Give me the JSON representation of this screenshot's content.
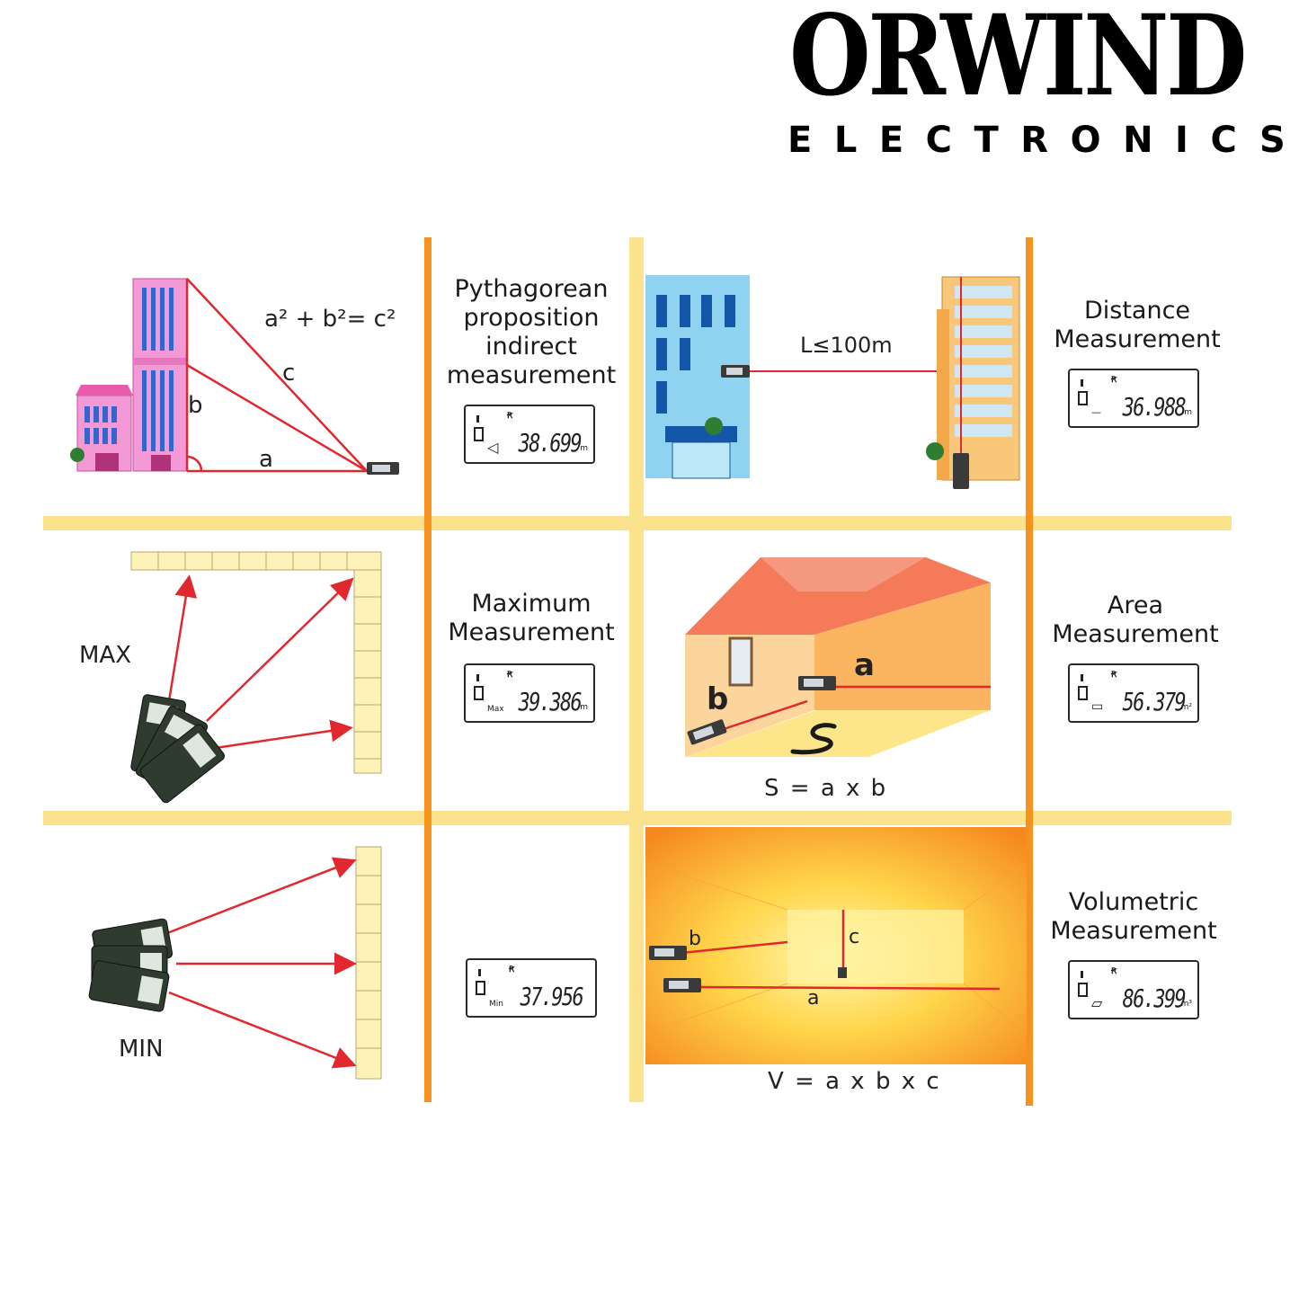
{
  "brand": {
    "name": "ORWIND",
    "subtitle": "ELECTRONICS"
  },
  "panels": {
    "pythagorean": {
      "title": "Pythagorean\nproposition\nindirect\nmeasurement",
      "formula": "a² + b²= c²",
      "labels": {
        "a": "a",
        "b": "b",
        "c": "c"
      },
      "display": {
        "top": "Ꞧ",
        "mode": "◁",
        "value": "38.699",
        "unit": "m"
      }
    },
    "distance": {
      "title": "Distance\nMeasurement",
      "range": "L≤100m",
      "display": {
        "top": "Ꞧ",
        "mode": "—",
        "value": "36.988",
        "unit": "m"
      }
    },
    "maximum": {
      "title": "Maximum\nMeasurement",
      "label": "MAX",
      "display": {
        "top": "Ꞧ",
        "mode": "Max",
        "value": "39.386",
        "unit": "m"
      }
    },
    "area": {
      "title": "Area\nMeasurement",
      "formula": "S = a x b",
      "labels": {
        "a": "a",
        "b": "b"
      },
      "display": {
        "top": "Ꞧ",
        "mode": "▭",
        "value": "56.379",
        "unit": "m²"
      }
    },
    "minimum": {
      "label": "MIN",
      "display": {
        "top": "Ꞧ",
        "mode": "Min",
        "value": "37.956",
        "unit": "m"
      }
    },
    "volume": {
      "title": "Volumetric\nMeasurement",
      "formula": "V = a x b x c",
      "labels": {
        "a": "a",
        "b": "b",
        "c": "c"
      },
      "display": {
        "top": "Ꞧ",
        "mode": "▱",
        "value": "86.399",
        "unit": "m³"
      }
    }
  },
  "colors": {
    "grid_yellow": "#fbe28c",
    "grid_orange": "#f6921e",
    "laser_red": "#e0282e"
  }
}
